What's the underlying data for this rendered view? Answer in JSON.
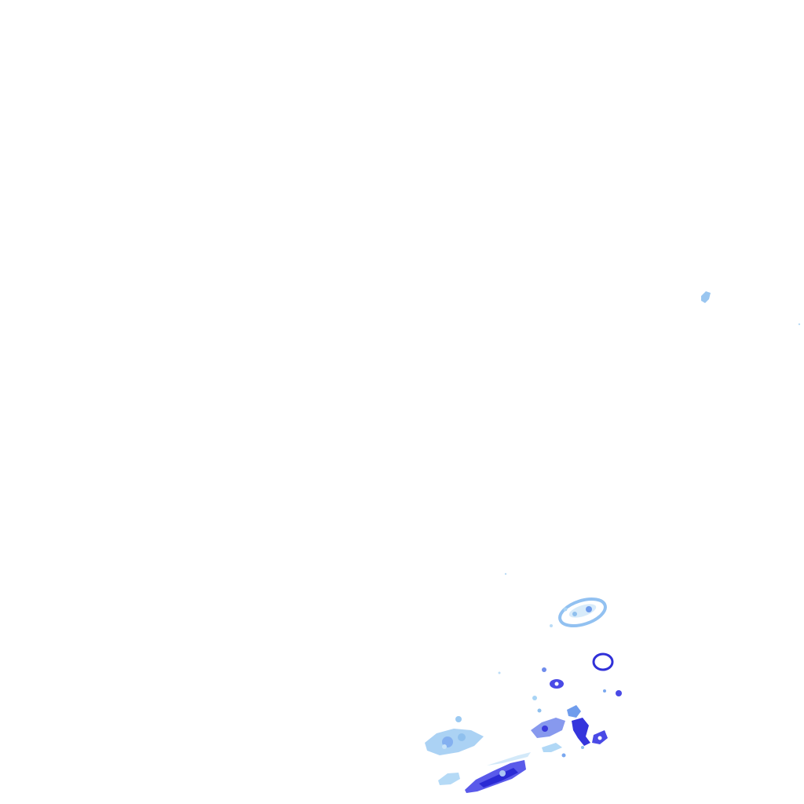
{
  "layer": {
    "kind": "precipitation-radar-overlay",
    "background": "#ffffff"
  },
  "intensity_colors": {
    "light": "#a8d4f5",
    "moderate": "#7aa8ef",
    "heavy": "#4a4ae6",
    "intense": "#2020d0"
  },
  "echo_cells": [
    {
      "name": "echo-cell-northeast-isolated",
      "intensity": "moderate"
    },
    {
      "name": "echo-cell-ring-north",
      "intensity": "light"
    },
    {
      "name": "echo-cell-ring-east",
      "intensity": "intense"
    },
    {
      "name": "echo-cell-small-cluster",
      "intensity": "heavy"
    },
    {
      "name": "echo-cell-west-cluster",
      "intensity": "light"
    },
    {
      "name": "echo-cell-south-band",
      "intensity": "intense"
    },
    {
      "name": "echo-cell-central-patch",
      "intensity": "heavy"
    }
  ]
}
